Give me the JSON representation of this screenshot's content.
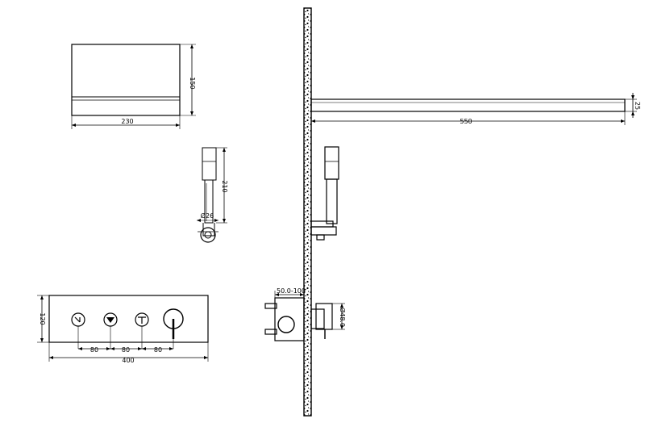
{
  "dimensions": {
    "shelf_height": "150",
    "shelf_width": "230",
    "handshower_length": "210",
    "handshower_diameter": "Ø26",
    "spout_length": "550",
    "spout_height": "25",
    "panel_height": "120",
    "panel_spacing_1": "80",
    "panel_spacing_2": "80",
    "panel_spacing_3": "80",
    "panel_width": "400",
    "wall_depth": "50.0-100",
    "valve_diameter": "Ø48.0"
  },
  "colors": {
    "ink": "#000000",
    "wall_fill": "#5a5a5a",
    "background": "#ffffff"
  },
  "icons": [
    "knob-handle-icon",
    "knob-triangle-icon",
    "knob-arrow-icon",
    "lever-knob-icon"
  ]
}
